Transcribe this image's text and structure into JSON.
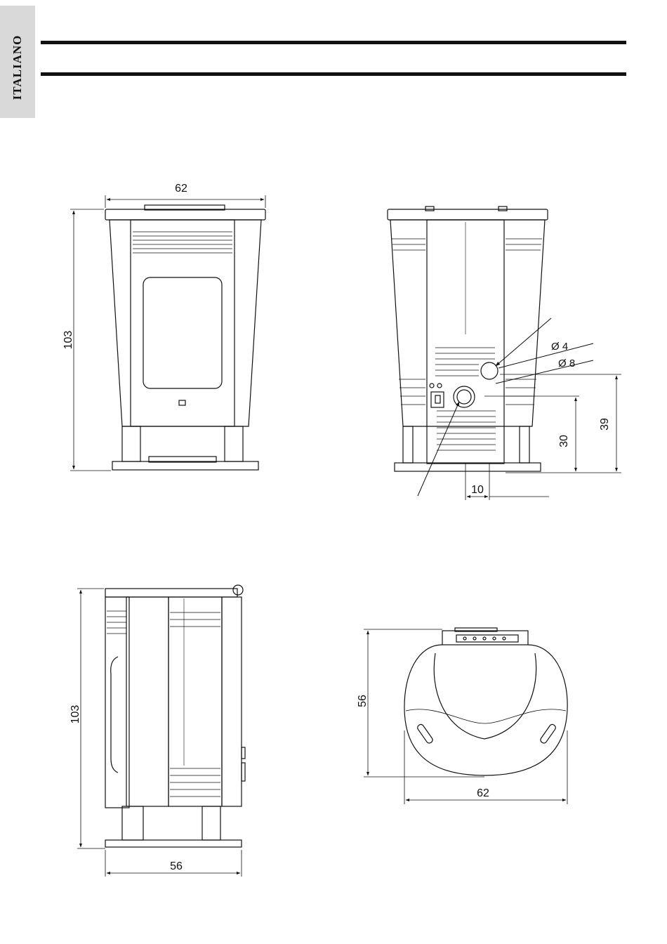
{
  "header": {
    "language_tab": "ITALIANO"
  },
  "views": {
    "front": {
      "width_label": "62",
      "height_label": "103"
    },
    "back": {
      "diameter_small": "Ø 4",
      "diameter_large": "Ø 8",
      "height_lower": "30",
      "height_upper": "39",
      "offset_label": "10"
    },
    "side": {
      "height_label": "103",
      "depth_label": "56"
    },
    "top": {
      "depth_label": "56",
      "width_label": "62"
    }
  },
  "colors": {
    "line": "#111111",
    "tab": "#d9d9d9"
  }
}
